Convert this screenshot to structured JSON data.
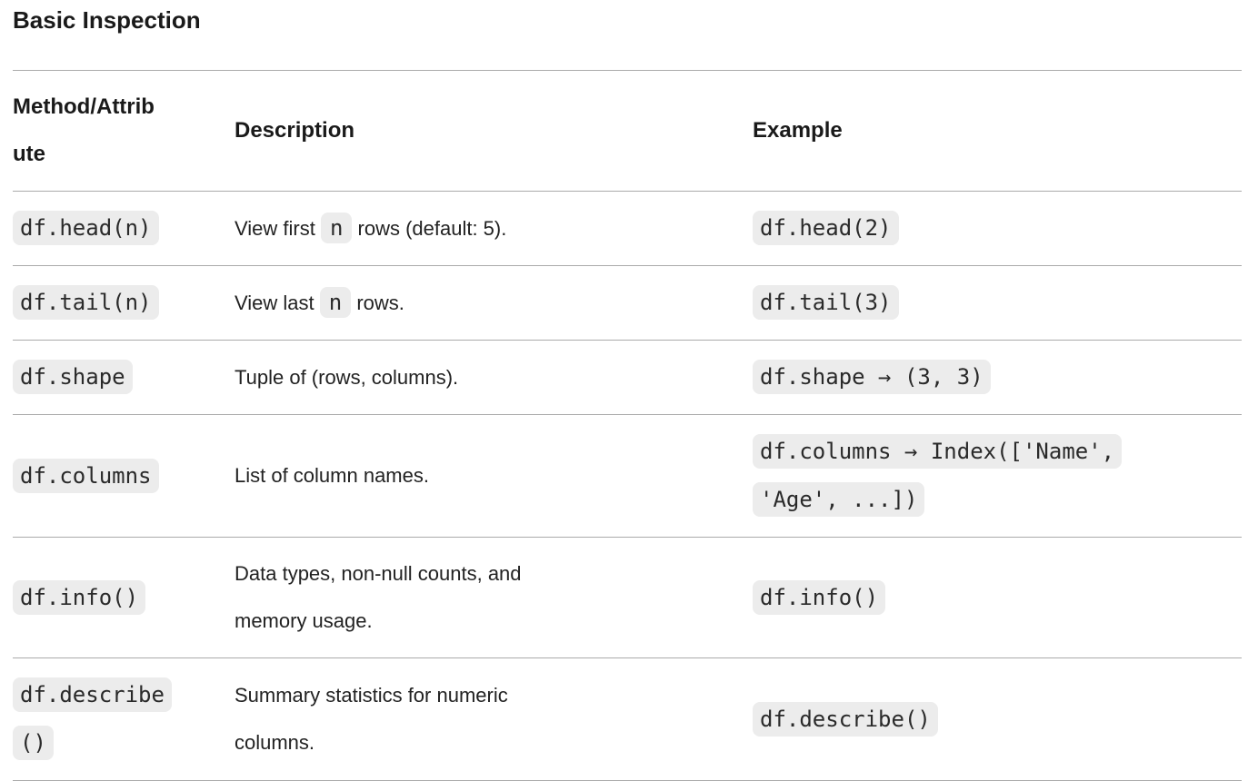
{
  "title": "Basic Inspection",
  "colors": {
    "code_chip_background": "#ececec",
    "divider": "#ababab",
    "heading_text": "#1a1a1a",
    "body_text": "#222222"
  },
  "table": {
    "columns": [
      {
        "key": "method",
        "label": "Method/Attribute"
      },
      {
        "key": "description",
        "label": "Description"
      },
      {
        "key": "example",
        "label": "Example"
      }
    ],
    "rows": [
      {
        "method": "df.head(n)",
        "description": [
          {
            "type": "text",
            "value": "View first "
          },
          {
            "type": "code",
            "value": "n"
          },
          {
            "type": "text",
            "value": " rows (default: 5)."
          }
        ],
        "example": "df.head(2)"
      },
      {
        "method": "df.tail(n)",
        "description": [
          {
            "type": "text",
            "value": "View last "
          },
          {
            "type": "code",
            "value": "n"
          },
          {
            "type": "text",
            "value": " rows."
          }
        ],
        "example": "df.tail(3)"
      },
      {
        "method": "df.shape",
        "description": [
          {
            "type": "text",
            "value": "Tuple of (rows, columns)."
          }
        ],
        "example": "df.shape → (3, 3)"
      },
      {
        "method": "df.columns",
        "description": [
          {
            "type": "text",
            "value": "List of column names."
          }
        ],
        "example": "df.columns → Index(['Name', 'Age', ...])"
      },
      {
        "method": "df.info()",
        "description": [
          {
            "type": "text",
            "value": "Data types, non-null counts, and memory usage."
          }
        ],
        "example": "df.info()"
      },
      {
        "method": "df.describe()",
        "description": [
          {
            "type": "text",
            "value": "Summary statistics for numeric columns."
          }
        ],
        "example": "df.describe()"
      }
    ]
  }
}
